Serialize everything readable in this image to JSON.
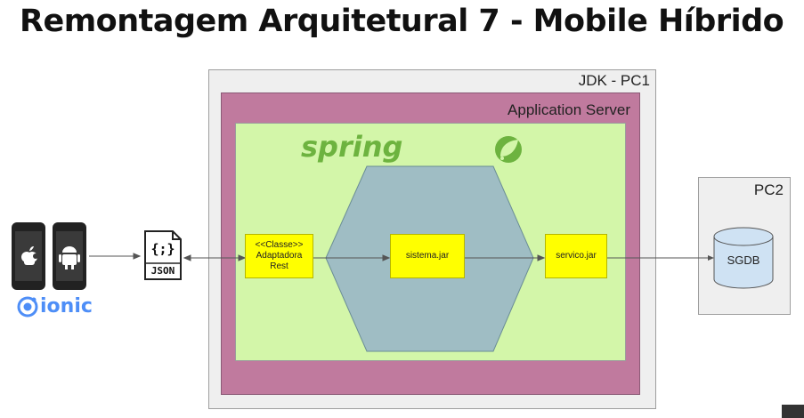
{
  "title": "Remontagem Arquitetural 7 - Mobile Híbrido",
  "containers": {
    "jdk": "JDK - PC1",
    "app_server": "Application Server",
    "framework": "spring",
    "pc2": "PC2"
  },
  "components": {
    "adaptadora": [
      "<<Classe>>",
      "Adaptadora",
      "Rest"
    ],
    "sistema": "sistema.jar",
    "servico": "servico.jar",
    "database": "SGDB"
  },
  "client": {
    "data_format": "JSON",
    "json_glyph": "{;}",
    "mobile_framework": "ionic"
  },
  "colors": {
    "jdk_bg": "#efefef",
    "app_server_bg": "#c07a9e",
    "spring_bg": "#d3f6a9",
    "hexagon": "#9fbdc4",
    "component": "#ffff00",
    "database": "#cfe2f3",
    "spring_green": "#6db33f",
    "ionic_blue": "#4e8ef7"
  },
  "icons": [
    "apple-icon",
    "android-icon",
    "ionic-icon",
    "json-file-icon",
    "spring-leaf-icon",
    "database-icon"
  ]
}
